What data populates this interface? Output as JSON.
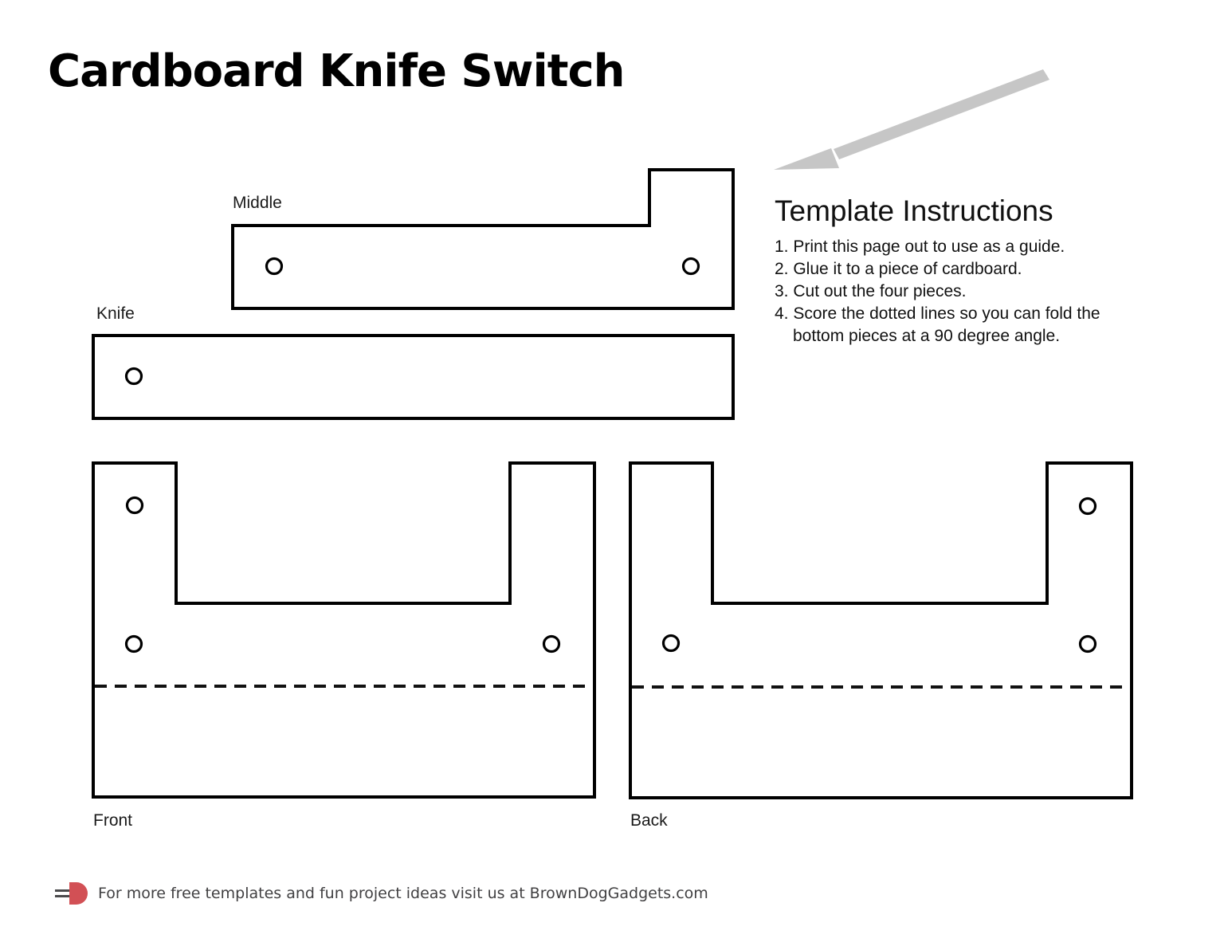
{
  "title": "Cardboard Knife Switch",
  "instructions": {
    "heading": "Template Instructions",
    "steps": [
      "1. Print this page out to use as a guide.",
      "2. Glue it to a piece of cardboard.",
      "3. Cut out the four pieces.",
      "4. Score the dotted lines so you can fold the bottom pieces at a 90 degree angle."
    ]
  },
  "pieces": {
    "middle": {
      "label": "Middle",
      "holes": 2
    },
    "knife": {
      "label": "Knife",
      "holes": 1
    },
    "front": {
      "label": "Front",
      "holes": 3,
      "has_fold_line": true
    },
    "back": {
      "label": "Back",
      "holes": 3,
      "has_fold_line": true
    }
  },
  "footer": {
    "text": "For more free templates and fun project ideas visit us at BrownDogGadgets.com"
  },
  "colors": {
    "outline": "#000000",
    "arrow_gray": "#c6c6c6",
    "led_red": "#d25055",
    "wire_gray": "#4a4a4c",
    "text_dark": "#1a1a1a"
  }
}
